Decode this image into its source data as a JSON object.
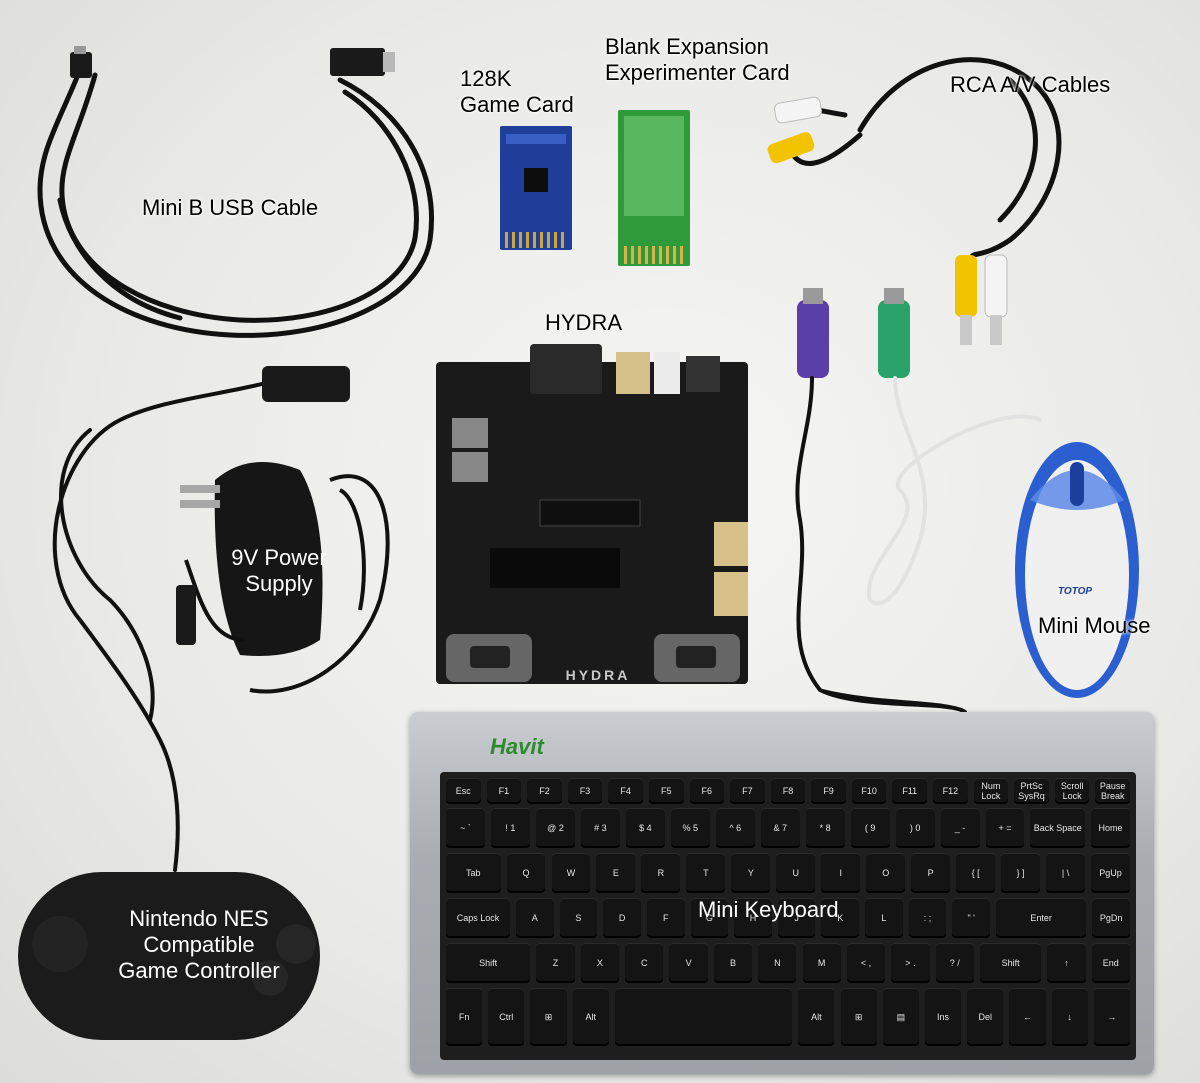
{
  "labels": {
    "game_card": [
      "128K",
      "Game Card"
    ],
    "expansion_card": [
      "Blank Expansion",
      "Experimenter Card"
    ],
    "rca_cables": "RCA A/V Cables",
    "usb_cable": "Mini B USB Cable",
    "hydra": "HYDRA",
    "power_supply": [
      "9V Power",
      "Supply"
    ],
    "mini_mouse": "Mini Mouse",
    "mini_keyboard": "Mini Keyboard",
    "controller": [
      "Nintendo NES",
      "Compatible",
      "Game Controller"
    ]
  },
  "product_marks": {
    "keyboard_brand": "Havit",
    "mouse_brand": "TOTOP",
    "board_brand": "HYDRA"
  },
  "keyboard": {
    "rows": [
      [
        "Esc",
        "F1",
        "F2",
        "F3",
        "F4",
        "F5",
        "F6",
        "F7",
        "F8",
        "F9",
        "F10",
        "F11",
        "F12",
        "Num Lock",
        "PrtSc SysRq",
        "Scroll Lock",
        "Pause Break"
      ],
      [
        "~ `",
        "! 1",
        "@ 2",
        "# 3",
        "$ 4",
        "% 5",
        "^ 6",
        "& 7",
        "* 8",
        "( 9",
        ") 0",
        "_ -",
        "+ =",
        "Back Space",
        "Home"
      ],
      [
        "Tab",
        "Q",
        "W",
        "E",
        "R",
        "T",
        "Y",
        "U",
        "I",
        "O",
        "P",
        "{ [",
        "} ]",
        "| \\",
        "PgUp"
      ],
      [
        "Caps Lock",
        "A",
        "S",
        "D",
        "F",
        "G",
        "H",
        "J",
        "K",
        "L",
        ": ;",
        "\" '",
        "Enter",
        "PgDn"
      ],
      [
        "Shift",
        "Z",
        "X",
        "C",
        "V",
        "B",
        "N",
        "M",
        "< ,",
        "> .",
        "? /",
        "Shift",
        "↑",
        "End"
      ],
      [
        "Fn",
        "Ctrl",
        "⊞",
        "Alt",
        "",
        "Alt",
        "⊞",
        "▤",
        "Ins",
        "Del",
        "←",
        "↓",
        "→"
      ]
    ]
  },
  "colors": {
    "background": "#e8e8e6",
    "board": "#1a1a1a",
    "card_blue": "#1f3f9a",
    "card_green": "#2e9a3a",
    "rca_yellow": "#f2c400",
    "rca_white": "#f4f4f4",
    "ps2_purple": "#5a3fa8",
    "ps2_green": "#2aa36a",
    "mouse_blue": "#2b5fd0",
    "keyboard_silver": "#b2b6bb"
  },
  "icons": [
    "usb-plug-icon",
    "mini-usb-plug-icon",
    "rca-plug-icon",
    "ps2-plug-icon",
    "nes-connector-icon"
  ]
}
